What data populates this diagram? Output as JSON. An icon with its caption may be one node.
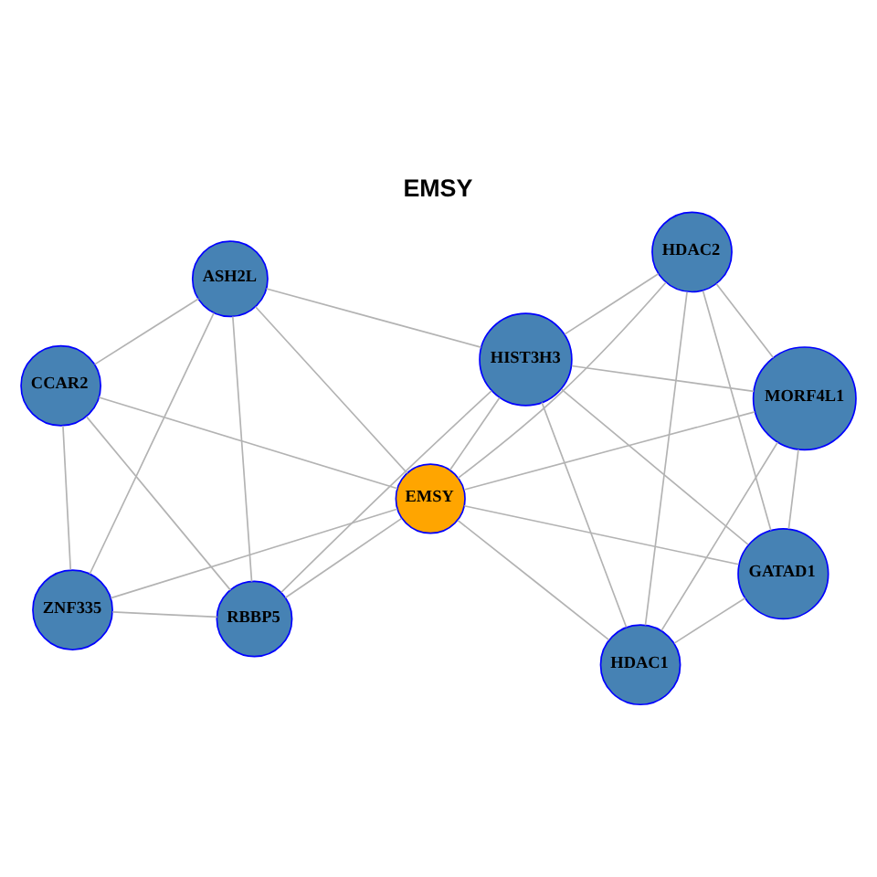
{
  "diagram": {
    "title": "EMSY",
    "nodes": [
      {
        "text": [
          "CCAR2"
        ]
      },
      {
        "text": [
          "ASH2L"
        ]
      },
      {
        "text": [
          "ZNF335"
        ]
      },
      {
        "text": [
          "RBBP5"
        ]
      },
      {
        "text": [
          "EMSY"
        ]
      },
      {
        "text": [
          "HIST3H3"
        ]
      },
      {
        "text": [
          "HDAC1"
        ]
      },
      {
        "text": [
          "GATAD1"
        ]
      },
      {
        "text": [
          "MORF4L1"
        ]
      },
      {
        "text": [
          "HDAC2"
        ]
      }
    ],
    "edges": [
      {
        "from": 0,
        "to": 1,
        "arrow": "none"
      },
      {
        "from": 0,
        "to": 2,
        "arrow": "none"
      },
      {
        "from": 0,
        "to": 3,
        "arrow": "none"
      },
      {
        "from": 0,
        "to": 4,
        "arrow": "none"
      },
      {
        "from": 1,
        "to": 2,
        "arrow": "none"
      },
      {
        "from": 1,
        "to": 3,
        "arrow": "none"
      },
      {
        "from": 1,
        "to": 4,
        "arrow": "none"
      },
      {
        "from": 1,
        "to": 5,
        "arrow": "none"
      },
      {
        "from": 2,
        "to": 3,
        "arrow": "none"
      },
      {
        "from": 2,
        "to": 4,
        "arrow": "none"
      },
      {
        "from": 3,
        "to": 4,
        "arrow": "none"
      },
      {
        "from": 3,
        "to": 5,
        "arrow": "none"
      },
      {
        "from": 4,
        "to": 5,
        "arrow": "none"
      },
      {
        "from": 4,
        "to": 6,
        "arrow": "none"
      },
      {
        "from": 4,
        "to": 7,
        "arrow": "none"
      },
      {
        "from": 4,
        "to": 8,
        "arrow": "none"
      },
      {
        "from": 4,
        "to": 9,
        "arrow": "none"
      },
      {
        "from": 5,
        "to": 6,
        "arrow": "none"
      },
      {
        "from": 5,
        "to": 7,
        "arrow": "none"
      },
      {
        "from": 5,
        "to": 8,
        "arrow": "none"
      },
      {
        "from": 5,
        "to": 9,
        "arrow": "none"
      },
      {
        "from": 6,
        "to": 7,
        "arrow": "none"
      },
      {
        "from": 6,
        "to": 8,
        "arrow": "none"
      },
      {
        "from": 6,
        "to": 9,
        "arrow": "none"
      },
      {
        "from": 8,
        "to": 7,
        "arrow": "none"
      },
      {
        "from": 8,
        "to": 9,
        "arrow": "none"
      },
      {
        "from": 9,
        "to": 7,
        "arrow": "none"
      }
    ]
  }
}
